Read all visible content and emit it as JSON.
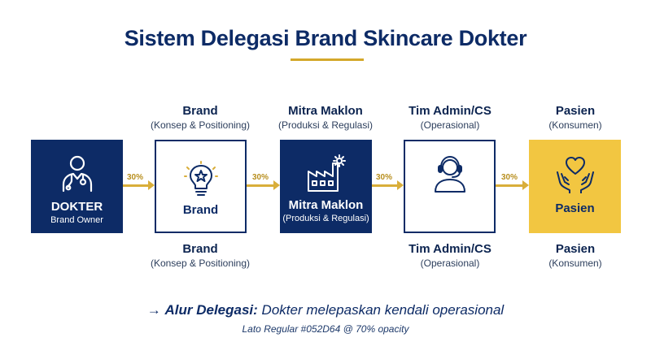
{
  "title": "Sistem Delegasi Brand Skincare Dokter",
  "nodes": [
    {
      "name": "DOKTER",
      "sub": "Brand Owner"
    },
    {
      "name": "Brand",
      "top_name": "Brand",
      "top_sub": "(Konsep & Positioning)",
      "bottom_name": "Brand",
      "bottom_sub": "(Konsep & Positioning)"
    },
    {
      "name": "Mitra Maklon",
      "sub": "(Produksi & Regulasi)",
      "top_name": "Mitra Maklon",
      "top_sub": "(Produksi & Regulasi)"
    },
    {
      "top_name": "Tim Admin/CS",
      "top_sub": "(Operasional)",
      "bottom_name": "Tim Admin/CS",
      "bottom_sub": "(Operasional)"
    },
    {
      "name": "Pasien",
      "top_name": "Pasien",
      "top_sub": "(Konsumen)",
      "bottom_name": "Pasien",
      "bottom_sub": "(Konsumen)"
    }
  ],
  "edges": [
    "30%",
    "30%",
    "30%",
    "30%"
  ],
  "flow_note": {
    "prefix": "→ ",
    "label": "Alur Delegasi:",
    "text": " Dokter melepaskan kendali operasional"
  },
  "font_note": "Lato Regular #052D64 @ 70% opacity",
  "colors": {
    "navy": "#0d2b66",
    "gold": "#d9ae3a",
    "yellow": "#f2c641"
  },
  "icons": [
    "doctor-icon",
    "lightbulb-star-icon",
    "factory-gear-icon",
    "headset-agent-icon",
    "hands-heart-icon"
  ]
}
